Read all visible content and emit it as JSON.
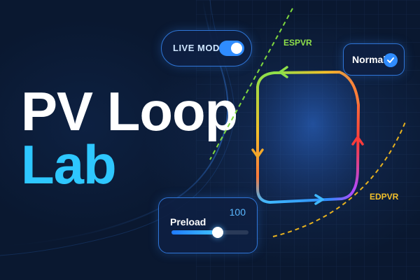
{
  "title": {
    "line1": "PV Loop",
    "line2": "Lab"
  },
  "live_toggle": {
    "label": "LIVE MODEL",
    "on": true
  },
  "status": {
    "label": "Normal",
    "icon": "check-icon"
  },
  "preload": {
    "label": "Preload",
    "value": "100",
    "level": 0.6
  },
  "curves": {
    "espvr": "ESPVR",
    "edpvr": "EDPVR"
  },
  "colors": {
    "accent_blue": "#2f8cff",
    "title_cyan": "#2ec7ff",
    "espvr_green": "#8ee04a",
    "edpvr_yellow": "#f2c02a",
    "loop_red": "#ff3b3b"
  }
}
